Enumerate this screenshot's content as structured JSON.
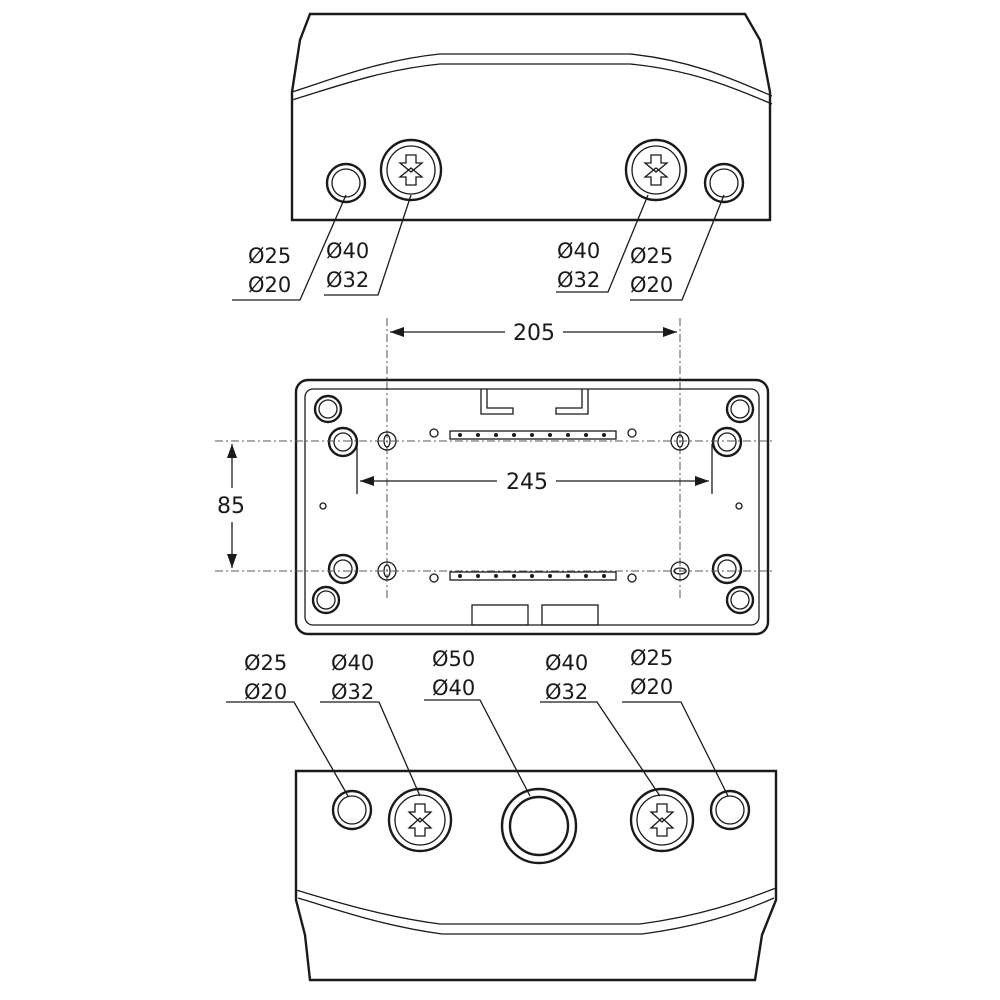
{
  "top_view": {
    "left_small": [
      "Ø25",
      "Ø20"
    ],
    "left_large": [
      "Ø40",
      "Ø32"
    ],
    "right_large": [
      "Ø40",
      "Ø32"
    ],
    "right_small": [
      "Ø25",
      "Ø20"
    ]
  },
  "plan_view": {
    "dim_top": "205",
    "dim_middle": "245",
    "dim_side": "85"
  },
  "bottom_view": {
    "left_small": [
      "Ø25",
      "Ø20"
    ],
    "left_large": [
      "Ø40",
      "Ø32"
    ],
    "center": [
      "Ø50",
      "Ø40"
    ],
    "right_large": [
      "Ø40",
      "Ø32"
    ],
    "right_small": [
      "Ø25",
      "Ø20"
    ]
  },
  "colors": {
    "line": "#1a1a1a",
    "background": "#ffffff"
  }
}
